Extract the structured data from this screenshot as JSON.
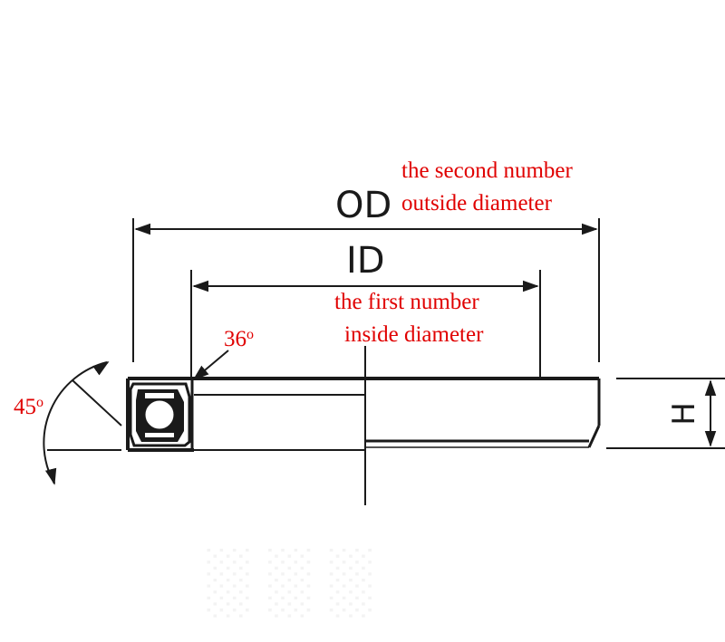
{
  "dimensions": {
    "od_label": "OD",
    "id_label": "ID",
    "h_label": "H"
  },
  "notes": {
    "od_line1": "the second number",
    "od_line2": "outside diameter",
    "id_line1": "the first number",
    "id_line2": "inside diameter"
  },
  "angles": {
    "chamfer_outer": "45",
    "chamfer_inner": "36",
    "unit_mark": "o"
  },
  "colors": {
    "annotation": "#e00000",
    "linework": "#1a1a1a"
  }
}
